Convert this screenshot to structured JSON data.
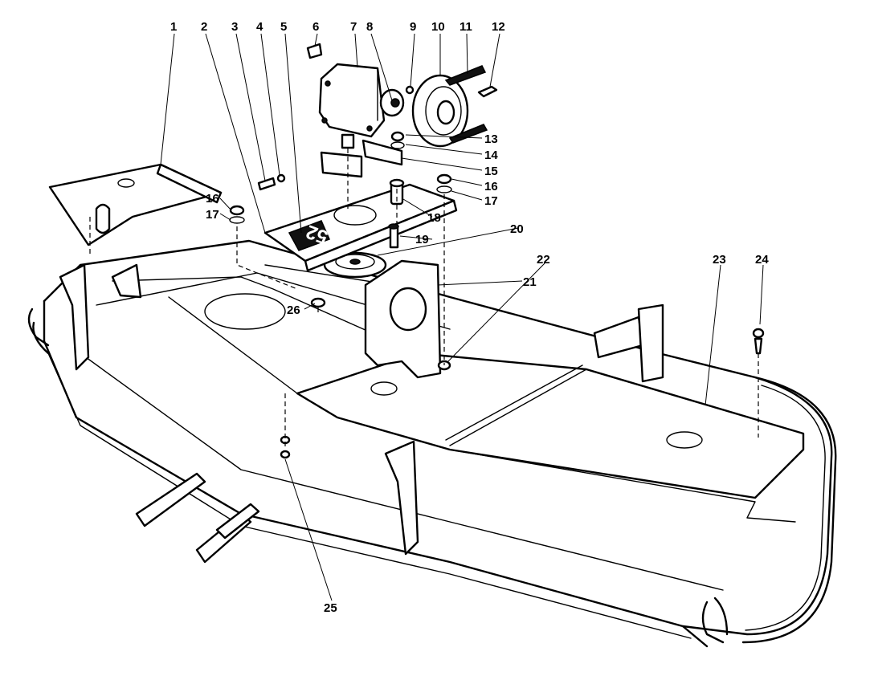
{
  "diagram": {
    "title": "",
    "decal_text": "52",
    "callouts": [
      {
        "id": "c1",
        "text": "1"
      },
      {
        "id": "c2",
        "text": "2"
      },
      {
        "id": "c3",
        "text": "3"
      },
      {
        "id": "c4",
        "text": "4"
      },
      {
        "id": "c5",
        "text": "5"
      },
      {
        "id": "c6",
        "text": "6"
      },
      {
        "id": "c7",
        "text": "7"
      },
      {
        "id": "c8",
        "text": "8"
      },
      {
        "id": "c9",
        "text": "9"
      },
      {
        "id": "c10",
        "text": "10"
      },
      {
        "id": "c11",
        "text": "11"
      },
      {
        "id": "c12",
        "text": "12"
      },
      {
        "id": "c13",
        "text": "13"
      },
      {
        "id": "c14",
        "text": "14"
      },
      {
        "id": "c15",
        "text": "15"
      },
      {
        "id": "c16a",
        "text": "16"
      },
      {
        "id": "c17a",
        "text": "17"
      },
      {
        "id": "c16b",
        "text": "16"
      },
      {
        "id": "c17b",
        "text": "17"
      },
      {
        "id": "c18",
        "text": "18"
      },
      {
        "id": "c19",
        "text": "19"
      },
      {
        "id": "c20",
        "text": "20"
      },
      {
        "id": "c21",
        "text": "21"
      },
      {
        "id": "c22",
        "text": "22"
      },
      {
        "id": "c23",
        "text": "23"
      },
      {
        "id": "c24",
        "text": "24"
      },
      {
        "id": "c25",
        "text": "25"
      },
      {
        "id": "c26",
        "text": "26"
      }
    ]
  }
}
